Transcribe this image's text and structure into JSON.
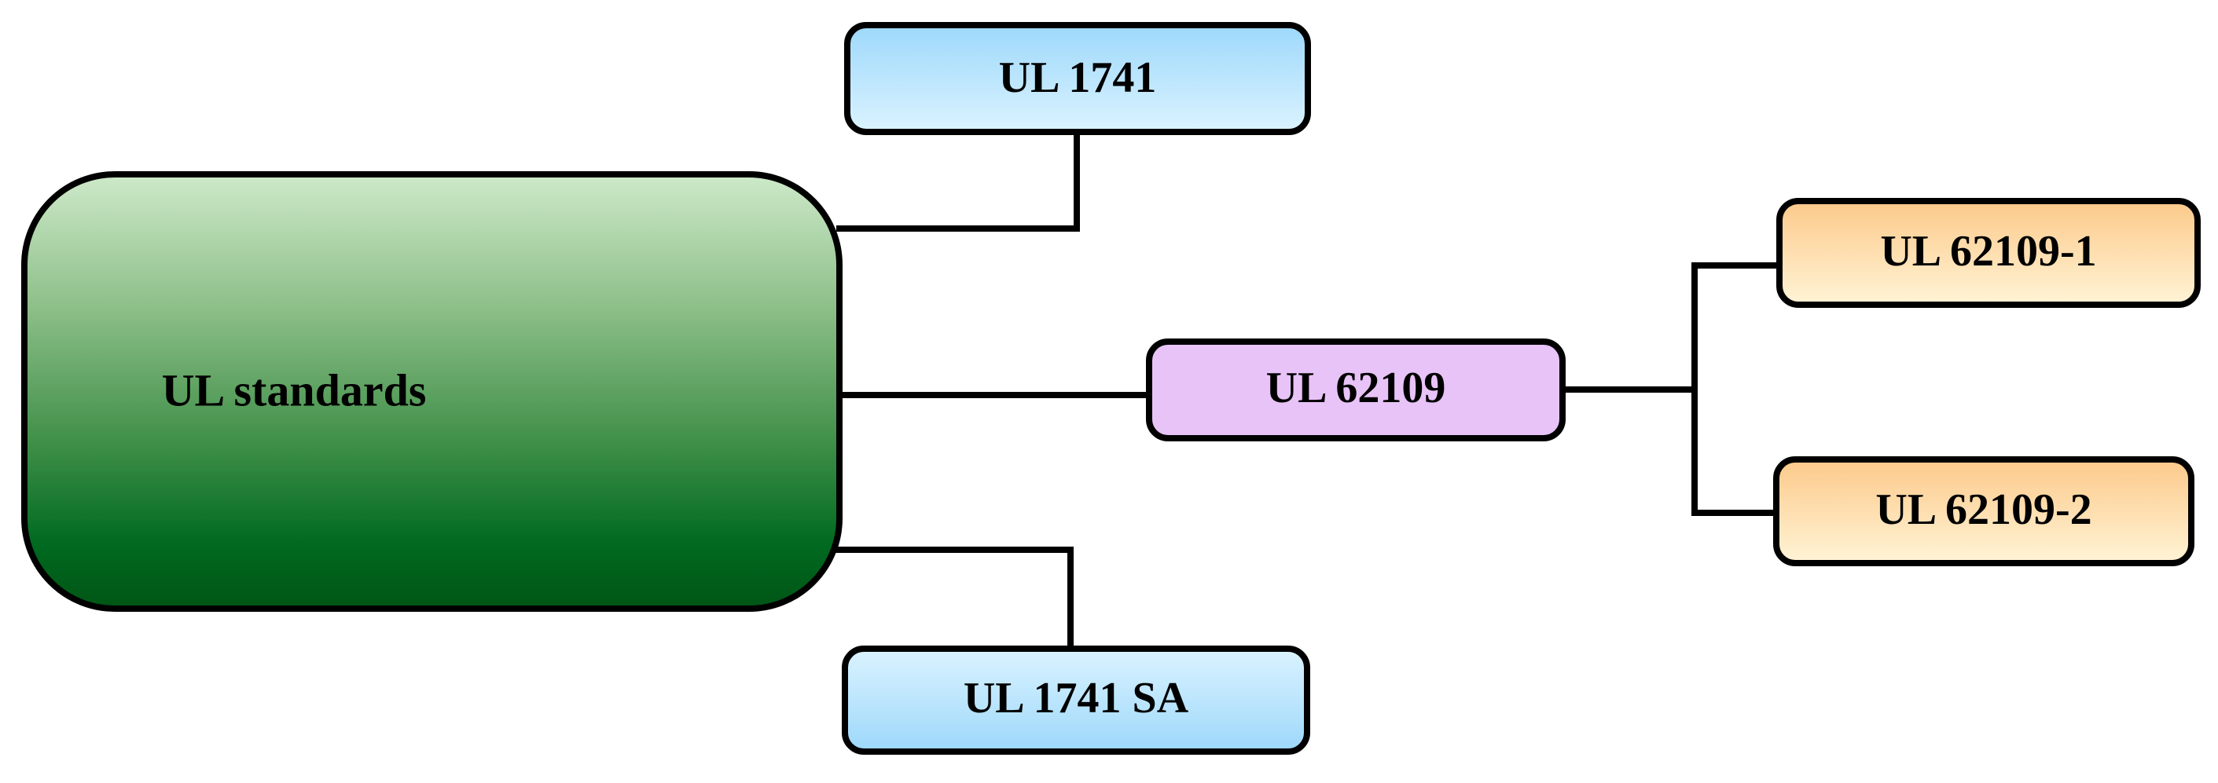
{
  "nodes": {
    "root": {
      "label": "UL standards"
    },
    "ul1741": {
      "label": "UL 1741"
    },
    "ul1741sa": {
      "label": "UL 1741 SA"
    },
    "ul62109": {
      "label": "UL 62109"
    },
    "ul62109_1": {
      "label": "UL 62109-1"
    },
    "ul62109_2": {
      "label": "UL 62109-2"
    }
  },
  "colors": {
    "root_gradient": [
      "#cde9c9",
      "#8fc08a",
      "#3f8f48",
      "#006a20",
      "#005515"
    ],
    "blue_gradient": [
      "#dbf3ff",
      "#9dd8fb"
    ],
    "purple_fill": "#e8c3f7",
    "orange_gradient": [
      "#fff4d6",
      "#fcc98a"
    ],
    "stroke": "#000000"
  }
}
